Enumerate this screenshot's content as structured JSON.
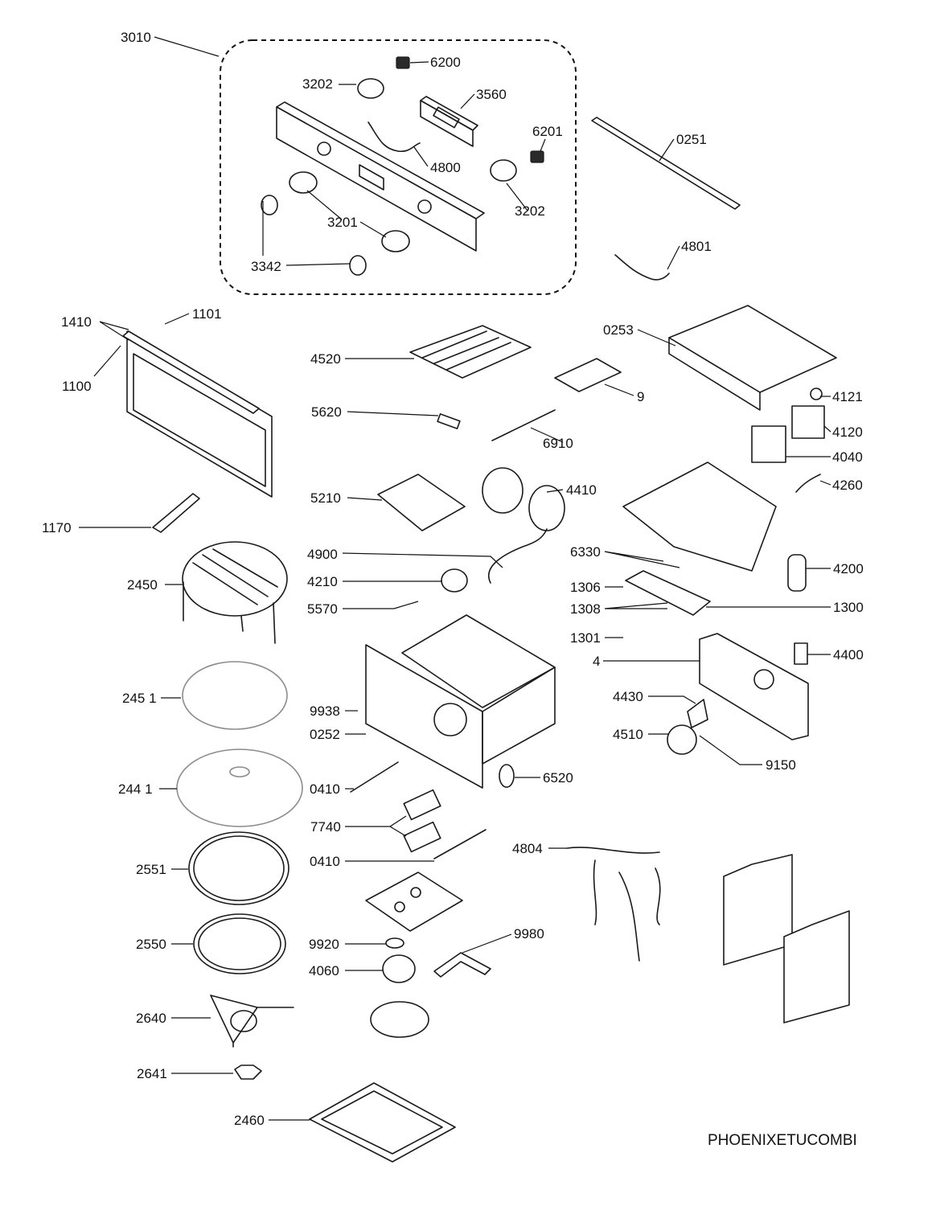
{
  "model_name": "PHOENIXETUCOMBI",
  "labels": {
    "l3010": "3010",
    "l6200": "6200",
    "l3202a": "3202",
    "l3560": "3560",
    "l6201": "6201",
    "l4800": "4800",
    "l3202b": "3202",
    "l3201": "3201",
    "l3342": "3342",
    "l0251": "0251",
    "l4801": "4801",
    "l1410": "1410",
    "l1101": "1101",
    "l1100": "1100",
    "l4520": "4520",
    "l0253": "0253",
    "l9": "9",
    "l4121": "4121",
    "l5620": "5620",
    "l6910": "6910",
    "l4120": "4120",
    "l4040": "4040",
    "l4260": "4260",
    "l5210": "5210",
    "l4410": "4410",
    "l1170": "1170",
    "l4900": "4900",
    "l6330": "6330",
    "l4200": "4200",
    "l2450": "2450",
    "l4210": "4210",
    "l1306": "1306",
    "l1308": "1308",
    "l1300": "1300",
    "l5570": "5570",
    "l1301": "1301",
    "l4": "4",
    "l4400": "4400",
    "l2451": "245 1",
    "l9938": "9938",
    "l4430": "4430",
    "l0252": "0252",
    "l4510": "4510",
    "l9150": "9150",
    "l2441": "244 1",
    "l0410a": "0410",
    "l6520": "6520",
    "l7740": "7740",
    "l4804": "4804",
    "l2551": "2551",
    "l0410b": "0410",
    "l2550": "2550",
    "l9920": "9920",
    "l9980": "9980",
    "l4060": "4060",
    "l2640": "2640",
    "l2641": "2641",
    "l2460": "2460"
  }
}
